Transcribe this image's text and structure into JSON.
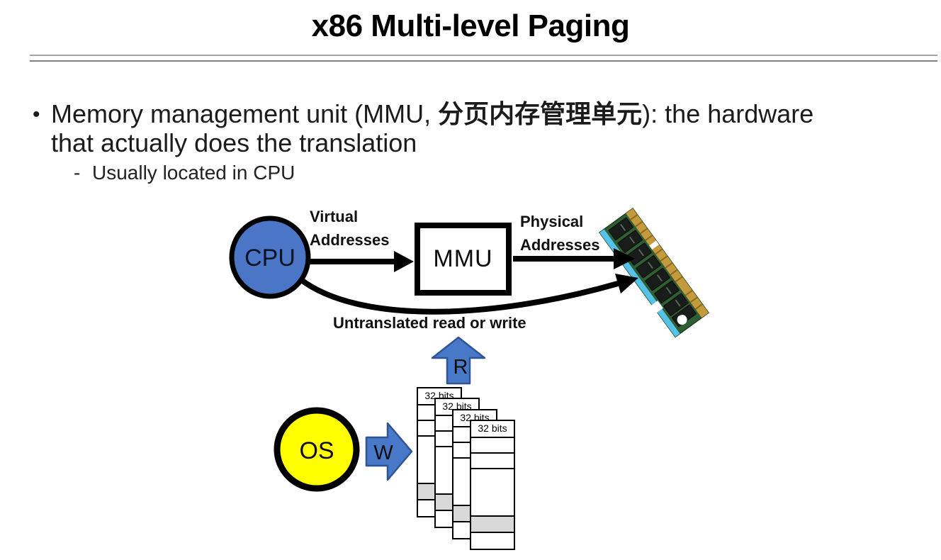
{
  "slide": {
    "title": "x86 Multi-level Paging",
    "bullets": {
      "marker": "•",
      "line1_pre": "Memory management unit (MMU, ",
      "line1_cjk": "分页内存管理单元",
      "line1_post": "): the hardware",
      "line2": "that actually does the translation",
      "sub_marker": "-",
      "sub_text": "Usually located in CPU"
    }
  },
  "diagram": {
    "cpu_label": "CPU",
    "mmu_label": "MMU",
    "os_label": "OS",
    "virtual_line1": "Virtual",
    "virtual_line2": "Addresses",
    "physical_line1": "Physical",
    "physical_line2": "Addresses",
    "untranslated_label": "Untranslated read or write",
    "read_letter": "R",
    "write_letter": "W",
    "table_header": "32 bits",
    "colors": {
      "cpu_fill": "#4B76C8",
      "os_fill": "#FFFF00",
      "arrow_fill": "#4878C8",
      "arrow_stroke": "#2F5597",
      "table_gray_row": "#D8D8D8",
      "divider_gray": "#8F8F8F",
      "ram_pcb_green": "#2F5E33",
      "ram_gold": "#C49A3C",
      "ram_blue_edge": "#56C2EA",
      "ram_chip_black": "#191D19"
    }
  }
}
